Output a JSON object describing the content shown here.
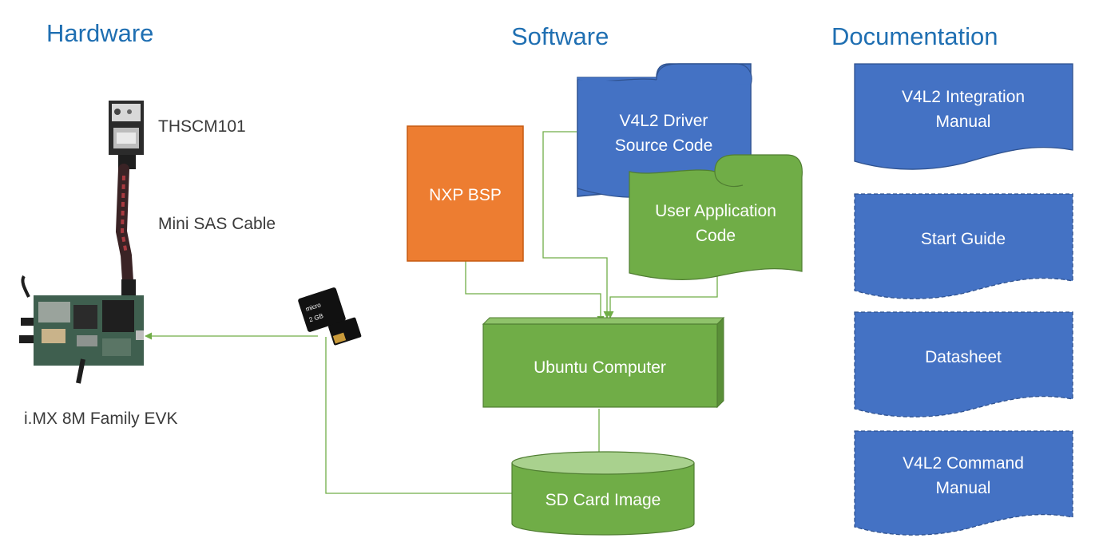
{
  "headings": {
    "hardware": "Hardware",
    "software": "Software",
    "documentation": "Documentation"
  },
  "hardware": {
    "camera_label": "THSCM101",
    "cable_label": "Mini SAS Cable",
    "board_label": "i.MX 8M Family EVK",
    "sd_card_text": "micro",
    "sd_card_size": "2 GB"
  },
  "software": {
    "bsp": "NXP BSP",
    "driver": [
      "V4L2 Driver",
      "Source Code"
    ],
    "user_app": [
      "User Application",
      "Code"
    ],
    "computer": "Ubuntu Computer",
    "image": "SD Card Image"
  },
  "documentation": {
    "integration_manual": [
      "V4L2 Integration",
      "Manual"
    ],
    "start_guide": "Start Guide",
    "datasheet": "Datasheet",
    "command_manual": [
      "V4L2 Command",
      "Manual"
    ]
  },
  "colors": {
    "heading": "#1f6fb2",
    "blue": "#4472c4",
    "green": "#70ad47",
    "orange": "#ed7d31",
    "connector": "#70ad47"
  }
}
